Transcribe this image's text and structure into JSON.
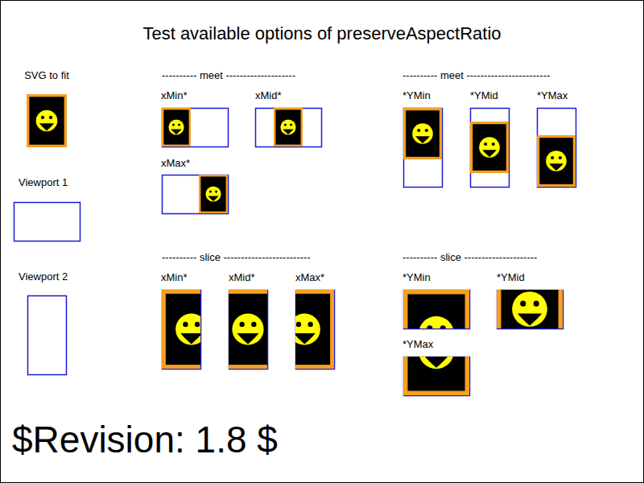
{
  "diagram": {
    "title": "Test available options of preserveAspectRatio",
    "labels": [
      "SVG to fit",
      "Viewport 1",
      "Viewport 2",
      "---------- meet --------------------",
      "xMin*",
      "xMid*",
      "xMax*",
      "---------- meet ------------------------",
      "*YMin",
      "*YMid",
      "*YMax",
      "---------- slice -------------------------",
      "xMin*",
      "xMid*",
      "xMax*",
      "---------- slice ---------------------",
      "*YMin",
      "*YMid",
      "*YMax",
      "$Revision: 1.8 $"
    ]
  }
}
